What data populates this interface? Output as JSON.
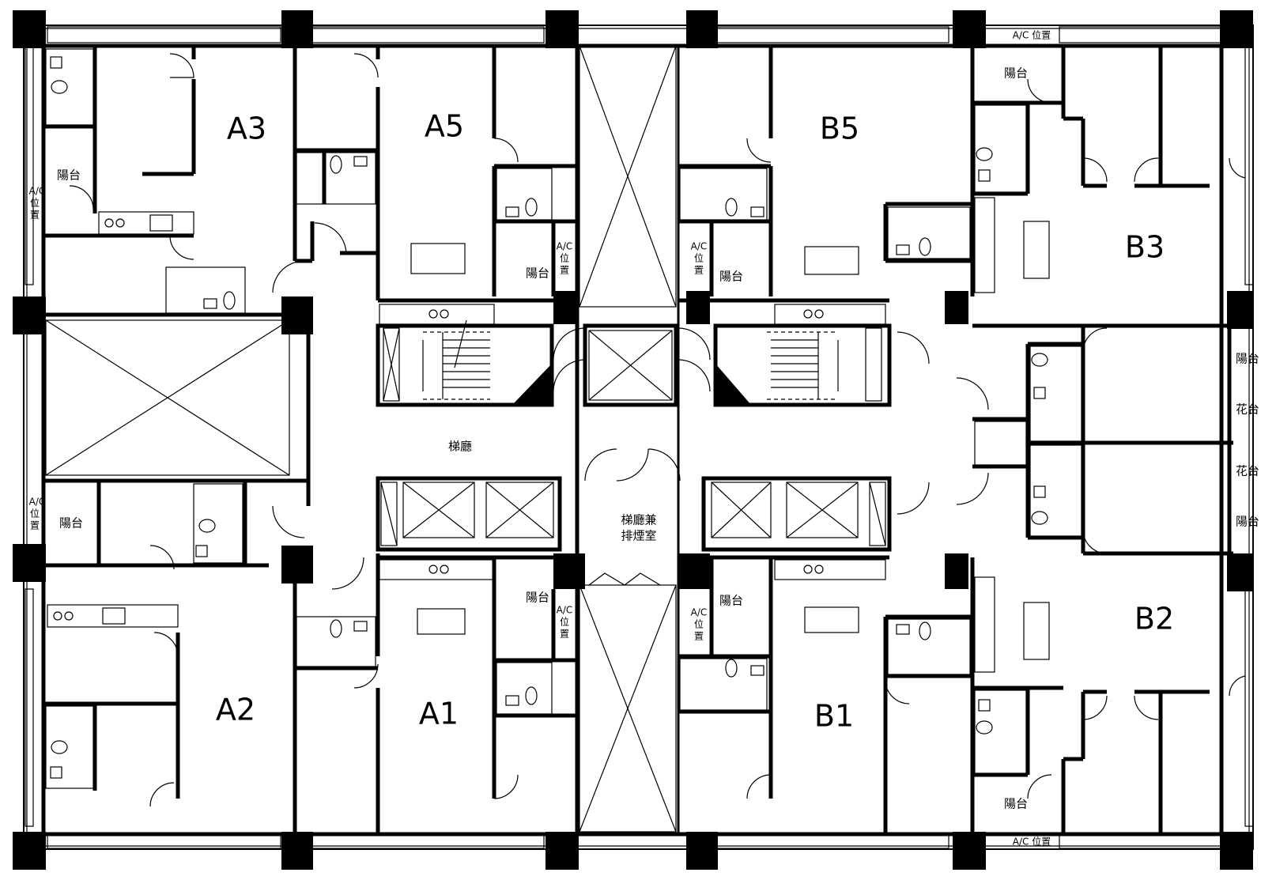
{
  "units": [
    "A1",
    "A2",
    "A3",
    "A5",
    "B1",
    "B2",
    "B3",
    "B5"
  ],
  "rooms": {
    "balcony": "陽台",
    "ac_position": "A/C 位置",
    "ac_short_1": "A/C",
    "ac_short_2": "位",
    "ac_short_3": "置",
    "flower_bed": "花台",
    "lobby": "梯廳",
    "smoke_lobby_1": "梯廳兼",
    "smoke_lobby_2": "排煙室"
  },
  "colors": {
    "wall": "#000000",
    "background": "#ffffff"
  }
}
